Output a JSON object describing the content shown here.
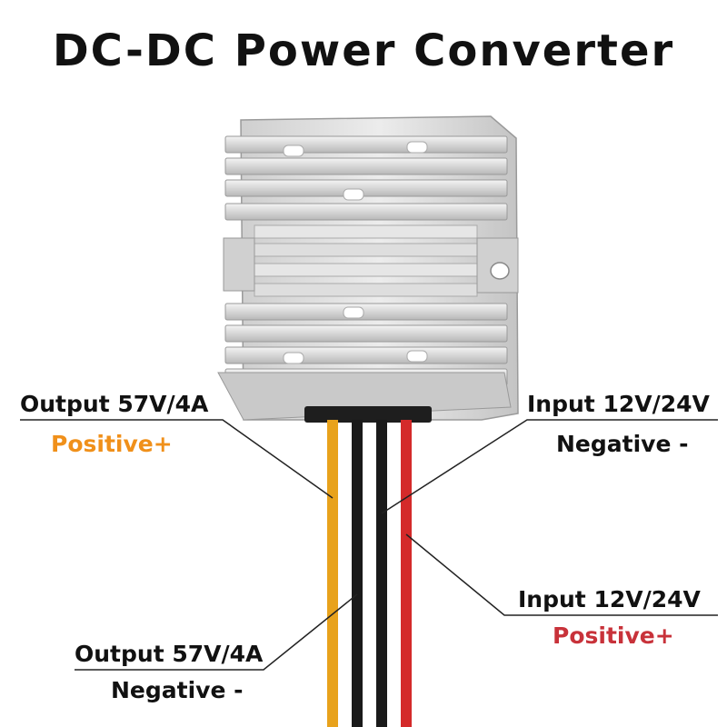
{
  "title": "DC-DC Power Converter",
  "labels": {
    "output_positive": {
      "line1": "Output 57V/4A",
      "line2": "Positive+"
    },
    "output_negative": {
      "line1": "Output 57V/4A",
      "line2": "Negative -"
    },
    "input_negative": {
      "line1": "Input 12V/24V",
      "line2": "Negative -"
    },
    "input_positive": {
      "line1": "Input 12V/24V",
      "line2": "Positive+"
    }
  },
  "colors": {
    "positive_output_text": "#f0901a",
    "positive_input_text": "#c8323a",
    "wire_yellow": "#e8a21c",
    "wire_black": "#1a1a1a",
    "wire_red": "#d42a2a",
    "housing": "#dcdcdc"
  }
}
